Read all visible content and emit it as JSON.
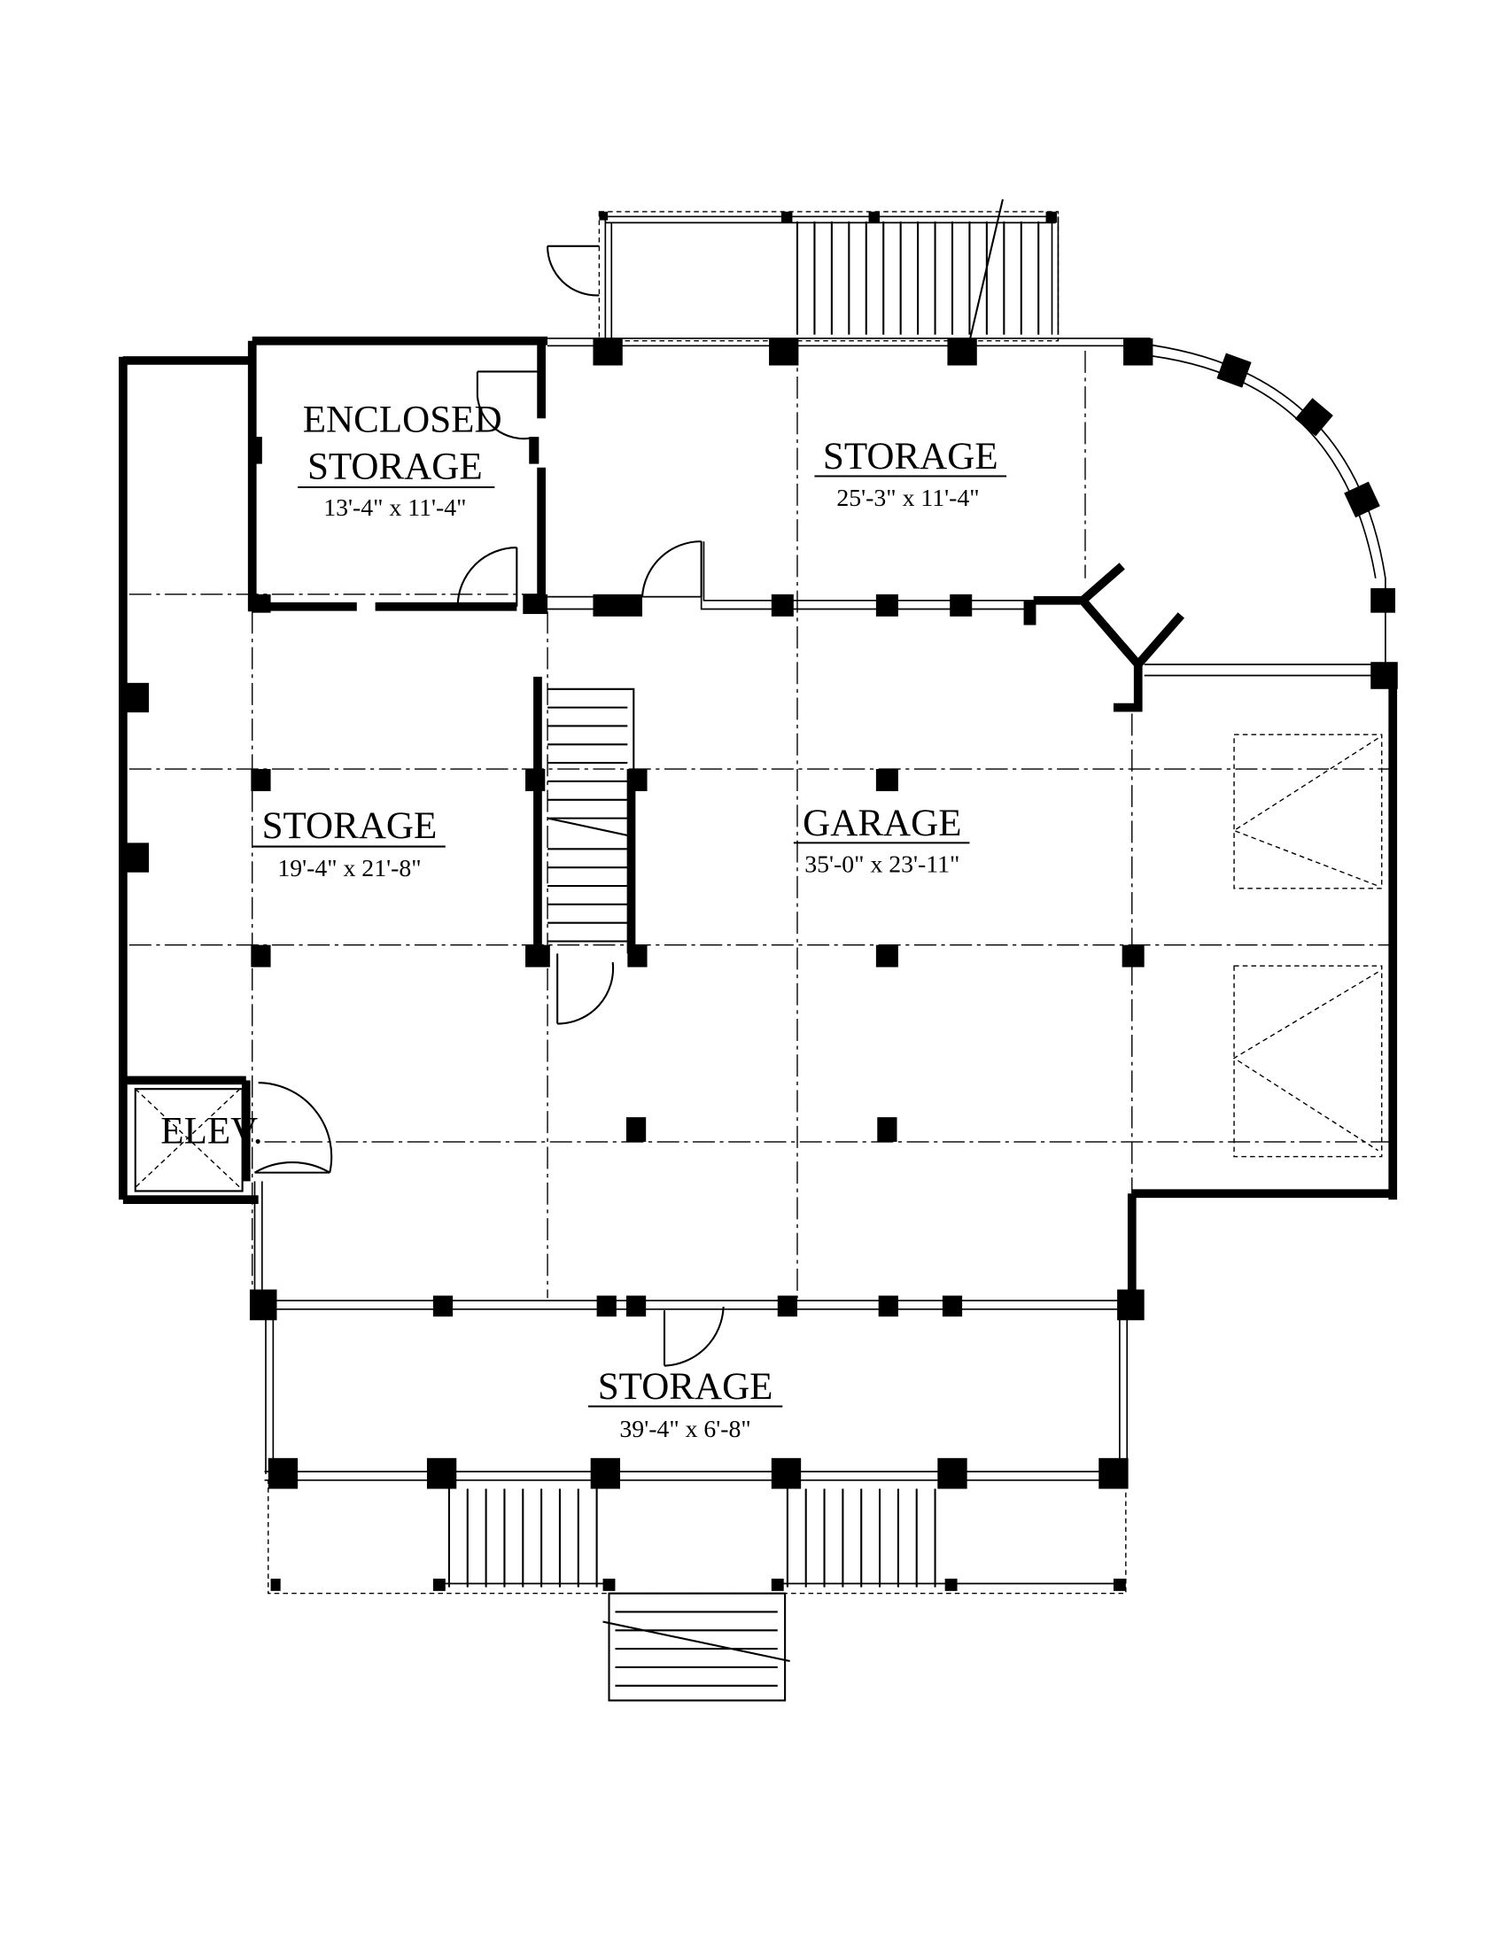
{
  "rooms": {
    "enclosed_storage": {
      "name_line1": "ENCLOSED",
      "name_line2": "STORAGE",
      "size": "13'-4\" x 11'-4\""
    },
    "storage_north": {
      "name": "STORAGE",
      "size": "25'-3\" x 11'-4\""
    },
    "storage_west": {
      "name": "STORAGE",
      "size": "19'-4\" x 21'-8\""
    },
    "garage": {
      "name": "GARAGE",
      "size": "35'-0\" x 23'-11\""
    },
    "elevator": {
      "name": "ELEV."
    },
    "storage_south": {
      "name": "STORAGE",
      "size": "39'-4\" x 6'-8\""
    }
  }
}
